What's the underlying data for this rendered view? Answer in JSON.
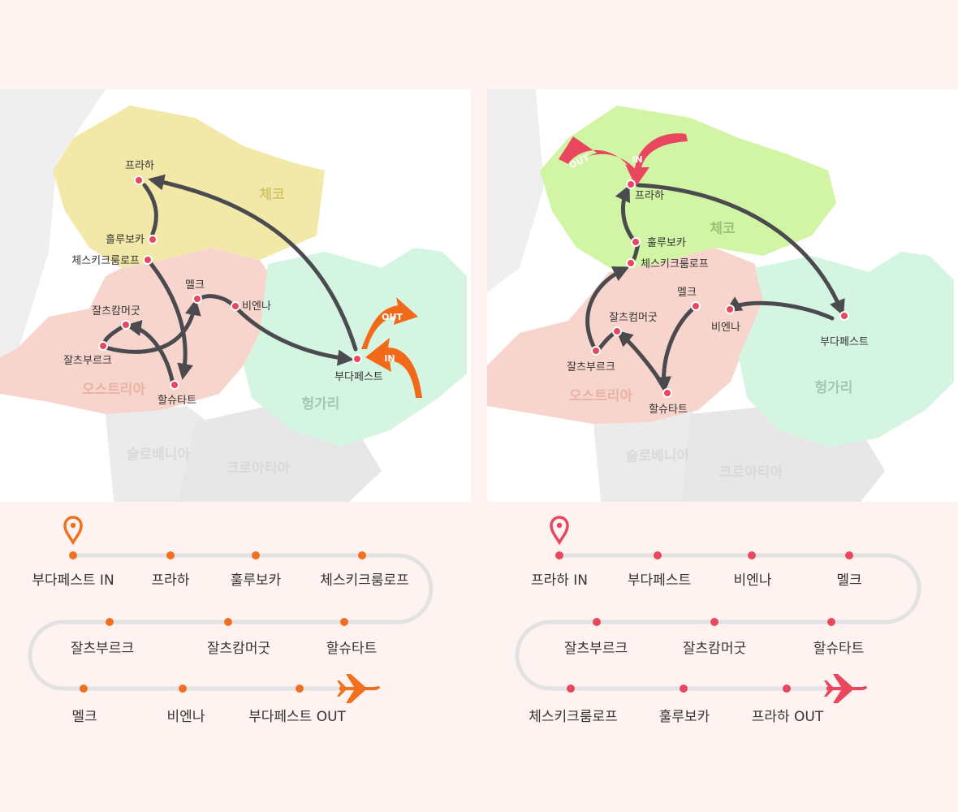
{
  "left_map": {
    "countries": {
      "czech": "체코",
      "austria": "오스트리아",
      "hungary": "헝가리",
      "slovenia": "슬로베니아",
      "croatia": "크로아티아"
    },
    "cities": {
      "praha": "프라하",
      "hluboka": "흘루보카",
      "cesky": "체스키크룸로프",
      "melk": "멜크",
      "salzkammergut": "잘츠캄머굿",
      "vienna": "비엔나",
      "salzburg": "잘츠부르크",
      "hallstatt": "할슈타트",
      "budapest": "부다페스트"
    },
    "arrows": {
      "out": "OUT",
      "in": "IN"
    }
  },
  "right_map": {
    "countries": {
      "czech": "체코",
      "austria": "오스트리아",
      "hungary": "헝가리",
      "slovenia": "슬로베니아",
      "croatia": "크로아티아"
    },
    "cities": {
      "praha": "프라하",
      "hluboka": "훌루보카",
      "cesky": "체스키크룸로프",
      "melk": "멜크",
      "salzkammergut": "잘츠컴머굿",
      "vienna": "비엔나",
      "salzburg": "잘츠부르크",
      "hallstatt": "할슈타트",
      "budapest": "부다페스트"
    },
    "arrows": {
      "out": "OUT",
      "in": "IN"
    }
  },
  "left_route": {
    "accent": "#f07020",
    "rows": [
      [
        "부다페스트 IN",
        "프라하",
        "훌루보카",
        "체스키크룸로프"
      ],
      [
        "잘츠부르크",
        "잘츠캄머굿",
        "할슈타트"
      ],
      [
        "멜크",
        "비엔나",
        "부다페스트 OUT"
      ]
    ]
  },
  "right_route": {
    "accent": "#e8475e",
    "rows": [
      [
        "프라하 IN",
        "부다페스트",
        "비엔나",
        "멜크"
      ],
      [
        "잘츠부르크",
        "잘츠캄머굿",
        "할슈타트"
      ],
      [
        "체스키크룸로프",
        "훌루보카",
        "프라하 OUT"
      ]
    ]
  }
}
